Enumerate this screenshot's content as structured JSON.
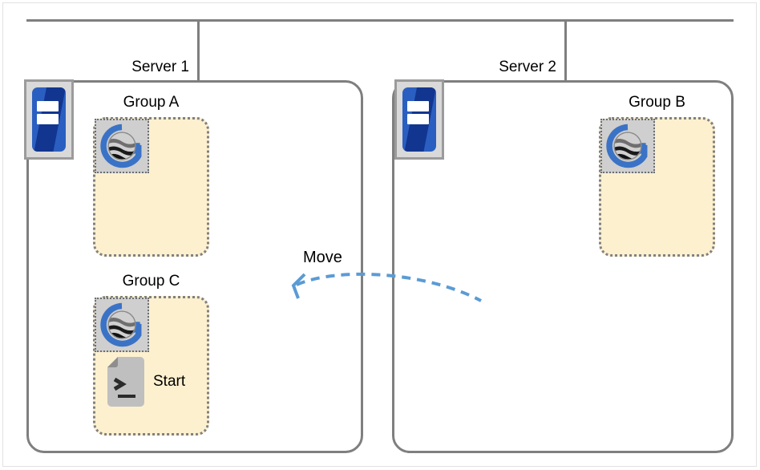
{
  "diagram": {
    "title_hidden": "",
    "colors": {
      "group_fill": "#FDF0CF",
      "group_border": "#808080",
      "container_border": "#7F7F7F",
      "server_blue": "#2A5FC1",
      "server_blue_dark": "#12358F",
      "node_blue": "#3A73C6",
      "arrow_blue": "#5B9BD5",
      "icon_gray": "#CFCFCF",
      "script_gray": "#BFBFBF"
    },
    "servers": [
      {
        "label": "Server 1",
        "icon": "server-rack-icon",
        "groups": [
          {
            "label": "Group A",
            "nodes": [
              {
                "icon": "cluster-globe-icon"
              }
            ],
            "scripts": []
          },
          {
            "label": "Group C",
            "nodes": [
              {
                "icon": "cluster-globe-icon"
              }
            ],
            "scripts": [
              {
                "icon": "script-file-icon",
                "label": "Start"
              }
            ]
          }
        ]
      },
      {
        "label": "Server 2",
        "icon": "server-rack-icon",
        "groups": [
          {
            "label": "Group  B",
            "nodes": [
              {
                "icon": "cluster-globe-icon"
              }
            ],
            "scripts": []
          }
        ]
      }
    ],
    "annotation": {
      "label": "Move",
      "icon": "curved-dashed-arrow-icon",
      "direction": "right-to-left"
    }
  }
}
